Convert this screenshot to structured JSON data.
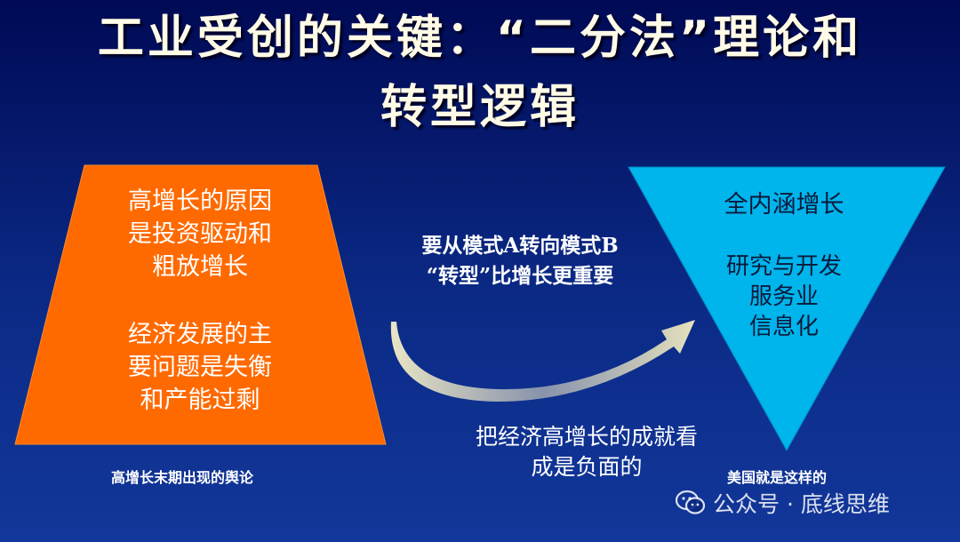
{
  "title": {
    "line1": "工业受创的关键：“二分法”理论和",
    "line2": "转型逻辑"
  },
  "left_box": {
    "text1_lines": [
      "高增长的原因",
      "是投资驱动和",
      "粗放增长"
    ],
    "text2_lines": [
      "经济发展的主",
      "要问题是失衡",
      "和产能过剩"
    ],
    "caption": "高增长末期出现的舆论",
    "color": "#ff6a00"
  },
  "right_triangle": {
    "heading": "全内涵增长",
    "items": [
      "研究与开发",
      "服务业",
      "信息化"
    ],
    "caption": "美国就是这样的",
    "color": "#00b4ec"
  },
  "middle": {
    "top_lines": [
      "要从模式A转向模式B",
      "“转型”比增长更重要"
    ],
    "bottom_lines": [
      "把经济高增长的成就看",
      "成是负面的"
    ]
  },
  "watermark": {
    "text": "公众号 · 底线思维",
    "icon": "wechat-icon"
  },
  "colors": {
    "background_top": "#000a55",
    "background_bottom": "#12379a",
    "title_text": "#fffbe6",
    "arrow": "#f2ecc0"
  }
}
